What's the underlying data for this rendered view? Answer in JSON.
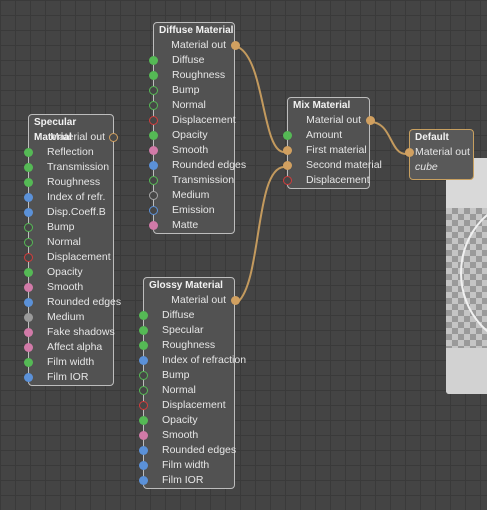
{
  "nodes": {
    "diffuse": {
      "title": "Diffuse Material",
      "output": "Material out",
      "inputs": [
        "Diffuse",
        "Roughness",
        "Bump",
        "Normal",
        "Displacement",
        "Opacity",
        "Smooth",
        "Rounded edges",
        "Transmission",
        "Medium",
        "Emission",
        "Matte"
      ]
    },
    "specular": {
      "title": "Specular Material",
      "output": "Material out",
      "inputs": [
        "Reflection",
        "Transmission",
        "Roughness",
        "Index of refr.",
        "Disp.Coeff.B",
        "Bump",
        "Normal",
        "Displacement",
        "Opacity",
        "Smooth",
        "Rounded edges",
        "Medium",
        "Fake shadows",
        "Affect alpha",
        "Film width",
        "Film IOR"
      ]
    },
    "mix": {
      "title": "Mix Material",
      "output": "Material out",
      "inputs": [
        "Amount",
        "First material",
        "Second material",
        "Displacement"
      ]
    },
    "glossy": {
      "title": "Glossy Material",
      "output": "Material out",
      "inputs": [
        "Diffuse",
        "Specular",
        "Roughness",
        "Index of refraction",
        "Bump",
        "Normal",
        "Displacement",
        "Opacity",
        "Smooth",
        "Rounded edges",
        "Film width",
        "Film IOR"
      ]
    },
    "default": {
      "title": "Default",
      "output": "Material out",
      "subtitle": "cube"
    }
  },
  "colors": {
    "canvas": "#444444",
    "node_bg": "#525252",
    "wire": "#c39a5e",
    "port_float": "#55b955",
    "port_texture": "#5b91d8",
    "port_bool": "#d17aa8",
    "port_displacement": "#d23c3c",
    "port_material": "#d1a060"
  }
}
